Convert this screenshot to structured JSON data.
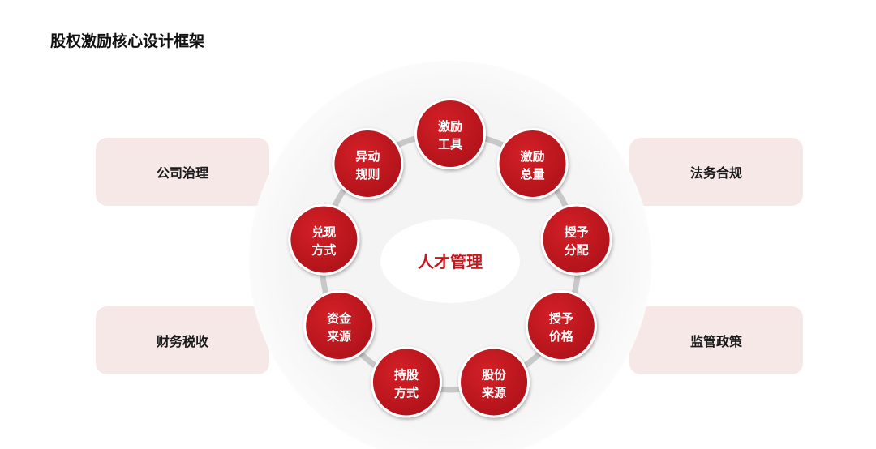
{
  "title": "股权激励核心设计框架",
  "side_boxes": {
    "top_left": "公司治理",
    "bottom_left": "财务税收",
    "top_right": "法务合规",
    "bottom_right": "监管政策"
  },
  "center_label": "人才管理",
  "nodes": [
    {
      "line1": "激励",
      "line2": "工具"
    },
    {
      "line1": "激励",
      "line2": "总量"
    },
    {
      "line1": "授予",
      "line2": "分配"
    },
    {
      "line1": "授予",
      "line2": "价格"
    },
    {
      "line1": "股份",
      "line2": "来源"
    },
    {
      "line1": "持股",
      "line2": "方式"
    },
    {
      "line1": "资金",
      "line2": "来源"
    },
    {
      "line1": "兑现",
      "line2": "方式"
    },
    {
      "line1": "异动",
      "line2": "规则"
    }
  ],
  "colors": {
    "node_red": "#c4161c",
    "ring_gray": "#c8c8c8",
    "box_pink": "#f7e8e8",
    "center_text": "#c4161c"
  }
}
